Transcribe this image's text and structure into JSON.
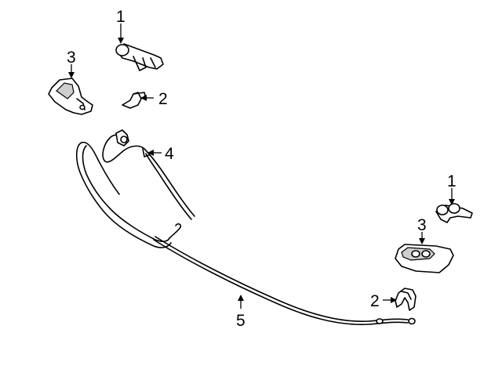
{
  "callouts": [
    {
      "id": "c1a",
      "label": "1",
      "part": "nozzle"
    },
    {
      "id": "c3a",
      "label": "3",
      "part": "nozzle-cover"
    },
    {
      "id": "c2a",
      "label": "2",
      "part": "clip"
    },
    {
      "id": "c4",
      "label": "4",
      "part": "hose"
    },
    {
      "id": "c1b",
      "label": "1",
      "part": "nozzle"
    },
    {
      "id": "c3b",
      "label": "3",
      "part": "nozzle-cover"
    },
    {
      "id": "c2b",
      "label": "2",
      "part": "clip"
    },
    {
      "id": "c5",
      "label": "5",
      "part": "hose"
    }
  ]
}
